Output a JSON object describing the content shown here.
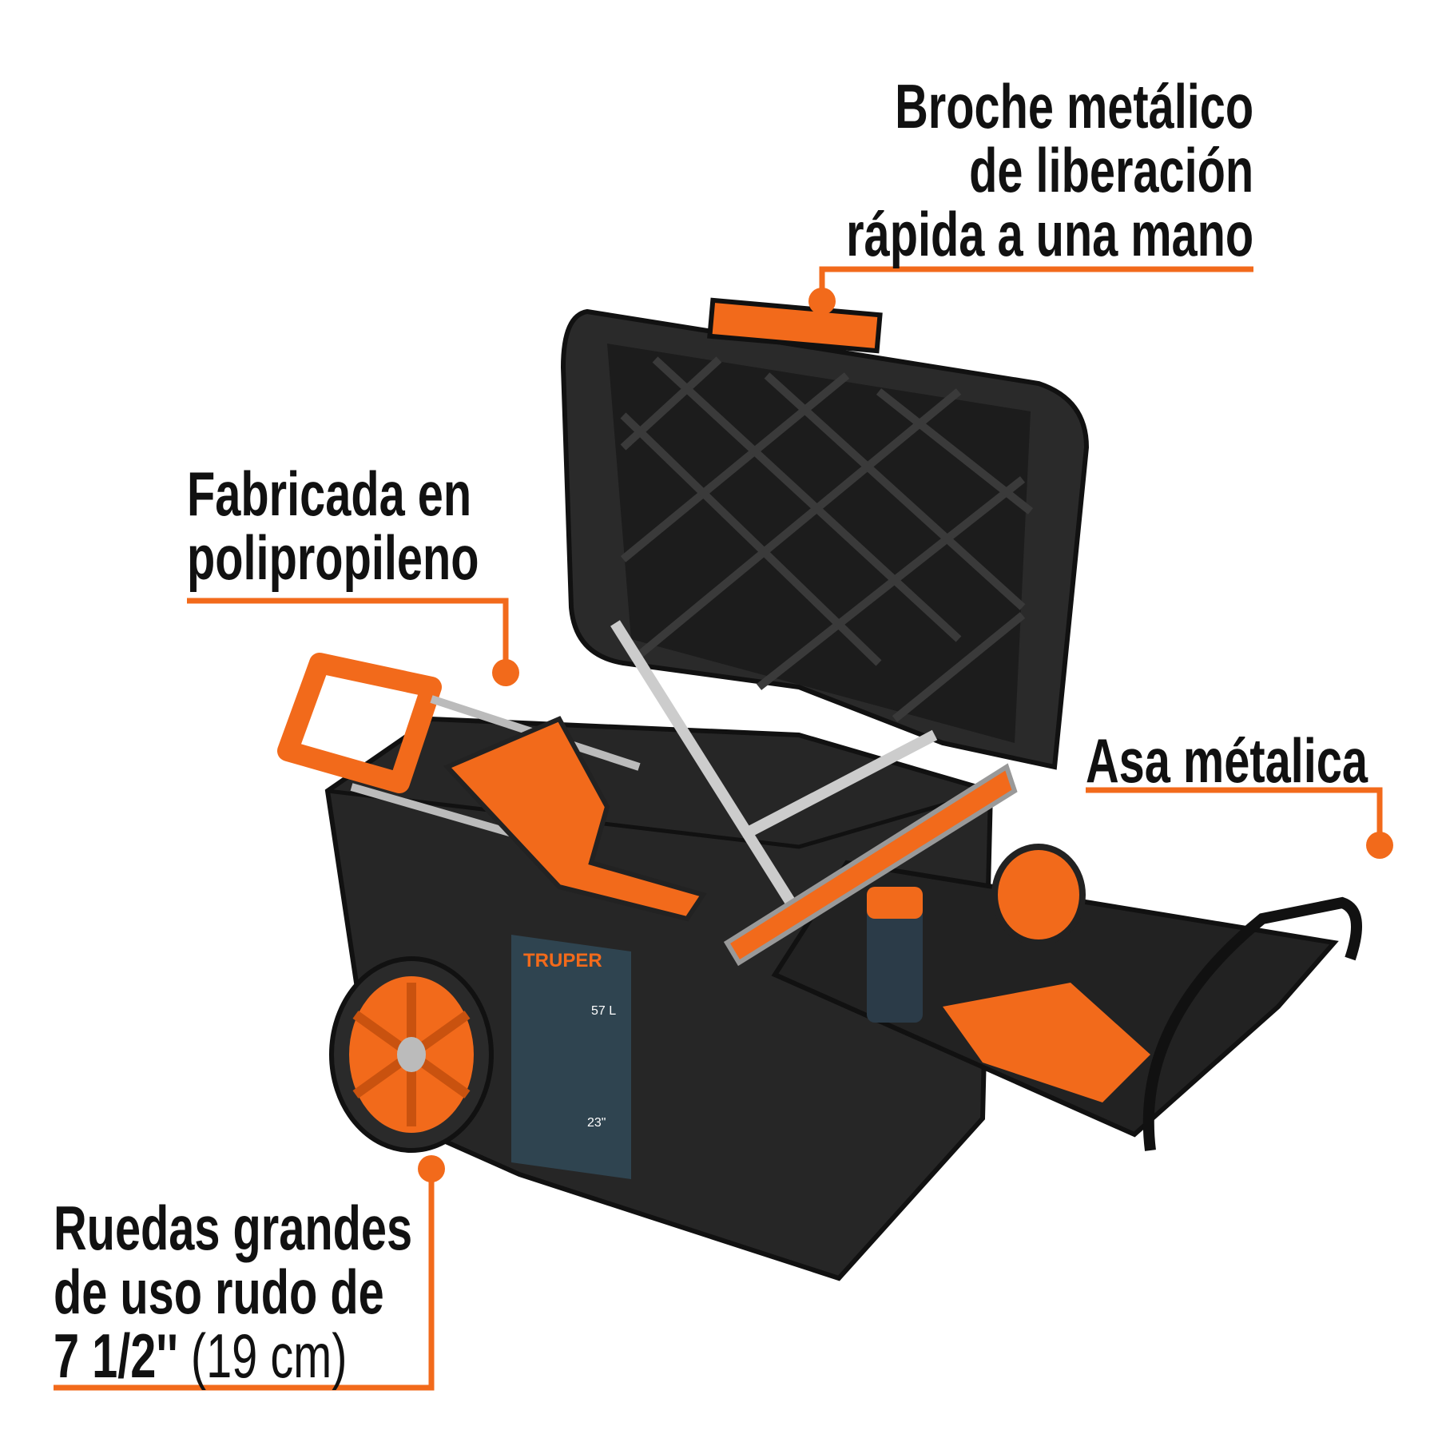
{
  "accent_color": "#f26a1b",
  "callouts": {
    "latch": {
      "lines": [
        "Broche metálico",
        "de liberación",
        "rápida a una mano"
      ]
    },
    "material": {
      "lines": [
        "Fabricada en",
        "polipropileno"
      ]
    },
    "handle": {
      "lines": [
        "Asa métalica"
      ]
    },
    "wheels": {
      "lines": [
        "Ruedas grandes",
        "de uso rudo de",
        "7 1/2''"
      ],
      "suffix": "(19 cm)"
    }
  },
  "product_label": {
    "brand": "TRUPER",
    "capacity": "57 L",
    "size": "23\""
  }
}
